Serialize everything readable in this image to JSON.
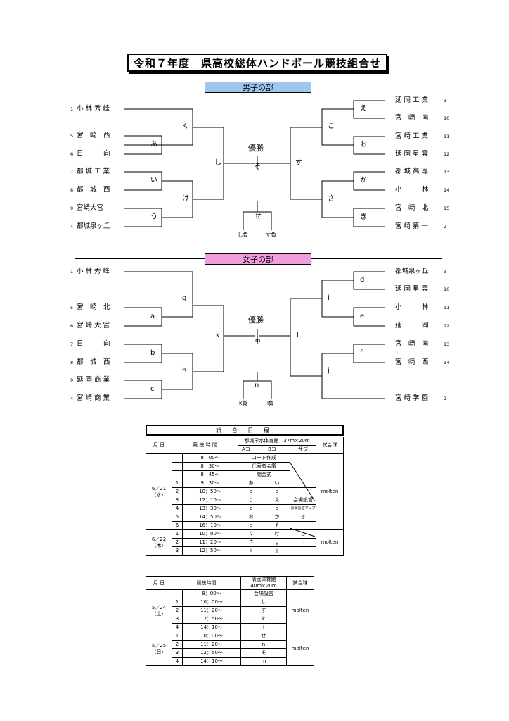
{
  "title": "令和７年度　県高校総体ハンドボール競技組合せ",
  "boys": {
    "section_label": "男子の部",
    "left_teams": [
      {
        "seed": "1",
        "name": "小 林 秀 峰"
      },
      {
        "seed": "5",
        "name": "宮　崎　西"
      },
      {
        "seed": "6",
        "name": "日　　　向"
      },
      {
        "seed": "7",
        "name": "都 城 工 業"
      },
      {
        "seed": "8",
        "name": "都　城　西"
      },
      {
        "seed": "9",
        "name": "宮崎大宮"
      },
      {
        "seed": "4",
        "name": "都城泉ヶ丘"
      }
    ],
    "right_teams": [
      {
        "seed": "3",
        "name": "延 岡 工 業"
      },
      {
        "seed": "10",
        "name": "宮　崎　南"
      },
      {
        "seed": "11",
        "name": "宮 崎 工 業"
      },
      {
        "seed": "12",
        "name": "延 岡 星 雲"
      },
      {
        "seed": "13",
        "name": "都 城 高 専"
      },
      {
        "seed": "14",
        "name": "小　　　林"
      },
      {
        "seed": "15",
        "name": "宮　崎　北"
      },
      {
        "seed": "2",
        "name": "宮 崎 第 一"
      }
    ],
    "marks": {
      "a": "あ",
      "i": "い",
      "u": "う",
      "ku": "く",
      "ke": "け",
      "shi": "し",
      "e": "え",
      "o": "お",
      "ka": "か",
      "ki": "き",
      "ko": "こ",
      "sa": "さ",
      "su": "す",
      "so": "そ",
      "se": "せ"
    },
    "champion": "優勝",
    "third_left": "し負",
    "third_right": "す負"
  },
  "girls": {
    "section_label": "女子の部",
    "left_teams": [
      {
        "seed": "1",
        "name": "小 林 秀 峰"
      },
      {
        "seed": "5",
        "name": "宮　崎　北"
      },
      {
        "seed": "6",
        "name": "宮 崎 大 宮"
      },
      {
        "seed": "7",
        "name": "日　　　向"
      },
      {
        "seed": "8",
        "name": "都　城　西"
      },
      {
        "seed": "9",
        "name": "延 岡 商 業"
      },
      {
        "seed": "4",
        "name": "宮 崎 商 業"
      }
    ],
    "right_teams": [
      {
        "seed": "3",
        "name": "都城泉ヶ丘"
      },
      {
        "seed": "10",
        "name": "延 岡 星 雲"
      },
      {
        "seed": "11",
        "name": "小　　　林"
      },
      {
        "seed": "12",
        "name": "延　　　岡"
      },
      {
        "seed": "13",
        "name": "宮　崎　南"
      },
      {
        "seed": "14",
        "name": "宮　崎　西"
      },
      {
        "seed": "2",
        "name": "宮 崎 学 園"
      }
    ],
    "marks": {
      "a": "a",
      "b": "b",
      "c": "c",
      "g": "g",
      "h": "h",
      "k": "k",
      "d": "d",
      "e": "e",
      "f": "f",
      "i": "i",
      "j": "j",
      "l": "l",
      "m": "m",
      "n": "n"
    },
    "champion": "優勝",
    "third_left": "k負",
    "third_right": "l負"
  },
  "schedule1": {
    "title": "試 合 日 程",
    "head": {
      "date": "月 日",
      "time": "競 技 時 間",
      "venue": "都城早水体育館　37m×20m",
      "court_a": "Aコート",
      "court_b": "Bコート",
      "sub": "サブ",
      "ball": "試合球"
    },
    "day1": {
      "date": "6／21",
      "dow": "（水）",
      "ball": "molten"
    },
    "day2": {
      "date": "6／22",
      "dow": "（木）",
      "ball": "molten"
    },
    "rows": [
      {
        "no": "",
        "time": "8：00～",
        "a": "コート作成",
        "b": "",
        "sub": ""
      },
      {
        "no": "",
        "time": "8：30～",
        "a": "代表者会議",
        "b": "",
        "sub": ""
      },
      {
        "no": "",
        "time": "8：45～",
        "a": "開会式",
        "b": "",
        "sub": ""
      },
      {
        "no": "1",
        "time": "9：30～",
        "a": "あ",
        "b": "い",
        "sub": ""
      },
      {
        "no": "2",
        "time": "10：50～",
        "a": "a",
        "b": "b",
        "sub": ""
      },
      {
        "no": "3",
        "time": "12：10～",
        "a": "う",
        "b": "え",
        "sub": "会場設営"
      },
      {
        "no": "4",
        "time": "13：30～",
        "a": "c",
        "b": "d",
        "sub": "会場設営アップ"
      },
      {
        "no": "5",
        "time": "14：50～",
        "a": "お",
        "b": "か",
        "sub": "き"
      },
      {
        "no": "6",
        "time": "16：10～",
        "a": "e",
        "b": "f",
        "sub": ""
      },
      {
        "no": "1",
        "time": "10：00～",
        "a": "く",
        "b": "け",
        "sub": "こ"
      },
      {
        "no": "2",
        "time": "11：20～",
        "a": "さ",
        "b": "g",
        "sub": "h"
      },
      {
        "no": "3",
        "time": "12：50～",
        "a": "i",
        "b": "j",
        "sub": ""
      }
    ]
  },
  "schedule2": {
    "head": {
      "date": "月 日",
      "time": "競技時間",
      "venue": "清武体育館",
      "venue_size": "40m×20m",
      "ball": "試合球"
    },
    "day1": {
      "date": "5／24",
      "dow": "（土）",
      "ball": "molten"
    },
    "day2": {
      "date": "5／25",
      "dow": "（日）",
      "ball": "molten"
    },
    "rows": [
      {
        "no": "",
        "time": "8：00～",
        "game": "会場設営"
      },
      {
        "no": "1",
        "time": "10：00～",
        "game": "し"
      },
      {
        "no": "2",
        "time": "11：20～",
        "game": "す"
      },
      {
        "no": "3",
        "time": "12：50～",
        "game": "k"
      },
      {
        "no": "4",
        "time": "14：10～",
        "game": "l"
      },
      {
        "no": "1",
        "time": "10：00～",
        "game": "せ"
      },
      {
        "no": "2",
        "time": "11：20～",
        "game": "n"
      },
      {
        "no": "3",
        "time": "12：50～",
        "game": "そ"
      },
      {
        "no": "4",
        "time": "14：10～",
        "game": "m"
      }
    ]
  }
}
